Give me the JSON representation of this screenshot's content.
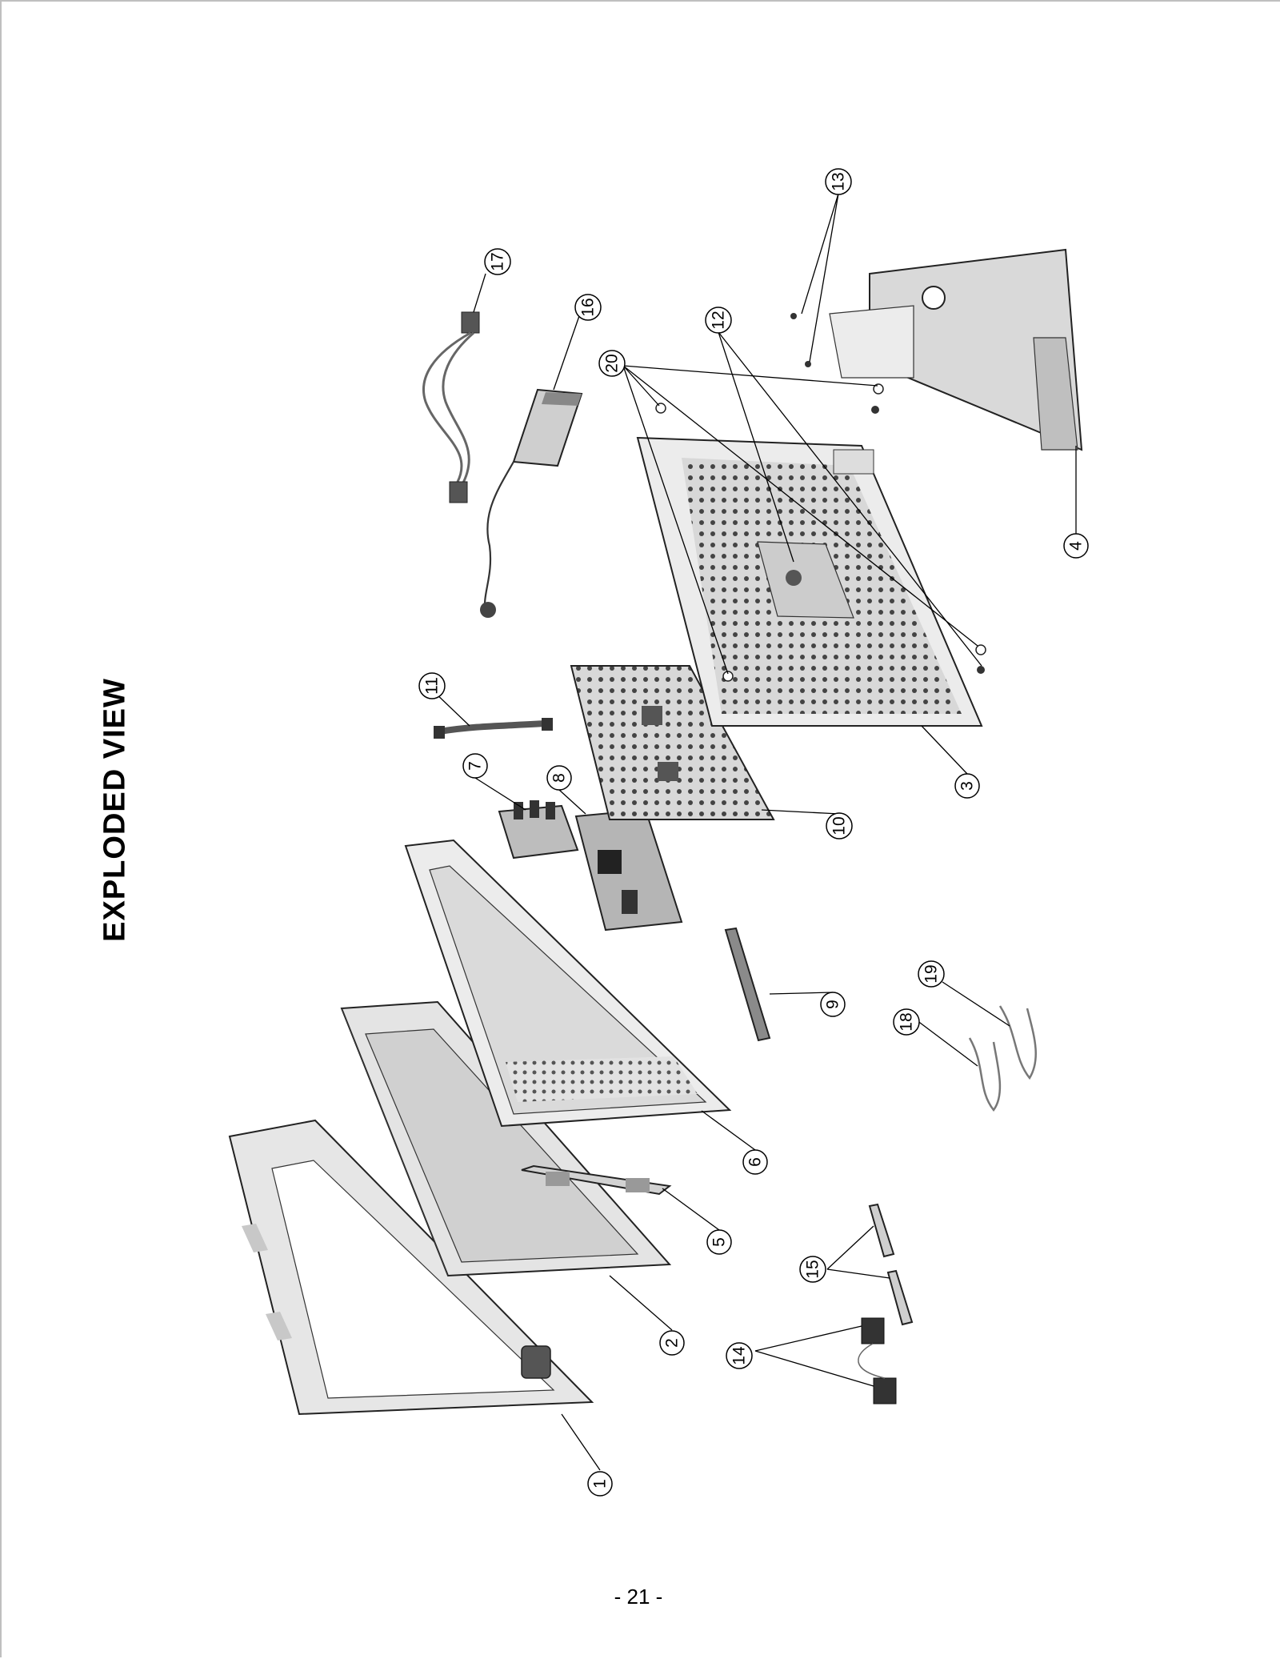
{
  "title": "EXPLODED VIEW",
  "page_number": "- 21 -",
  "callouts": [
    "1",
    "2",
    "3",
    "4",
    "5",
    "6",
    "7",
    "8",
    "9",
    "10",
    "11",
    "12",
    "13",
    "14",
    "15",
    "16",
    "17",
    "18",
    "19",
    "20"
  ]
}
